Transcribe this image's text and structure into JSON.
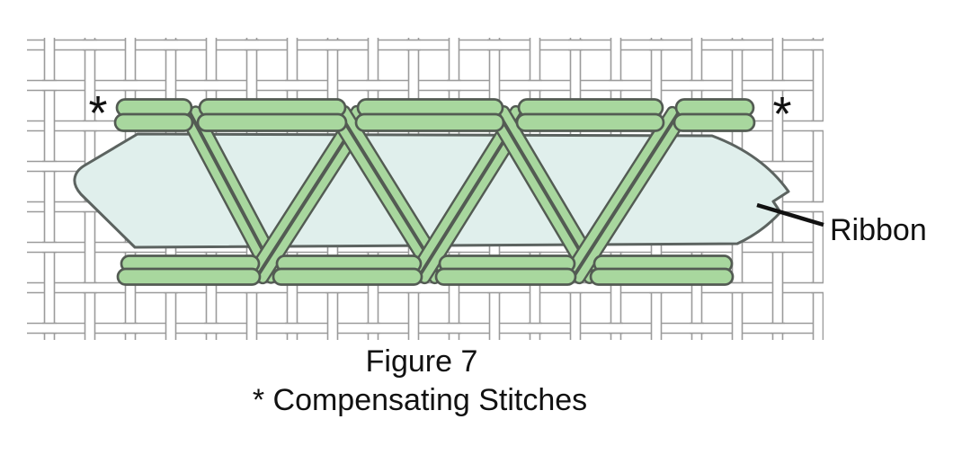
{
  "figure": {
    "caption": {
      "line1": "Figure 7",
      "line2": "* Compensating Stitches"
    },
    "labels": {
      "ribbon": "Ribbon",
      "asterisk_left": "*",
      "asterisk_right": "*"
    }
  },
  "colors": {
    "background": "#ffffff",
    "stitch_green": "#a8d79e",
    "stitch_outline": "#535b53",
    "ribbon_fill": "#e0efec",
    "ribbon_outline": "#5c6360",
    "mesh_line": "#9b9b9b",
    "ink": "#111111"
  }
}
